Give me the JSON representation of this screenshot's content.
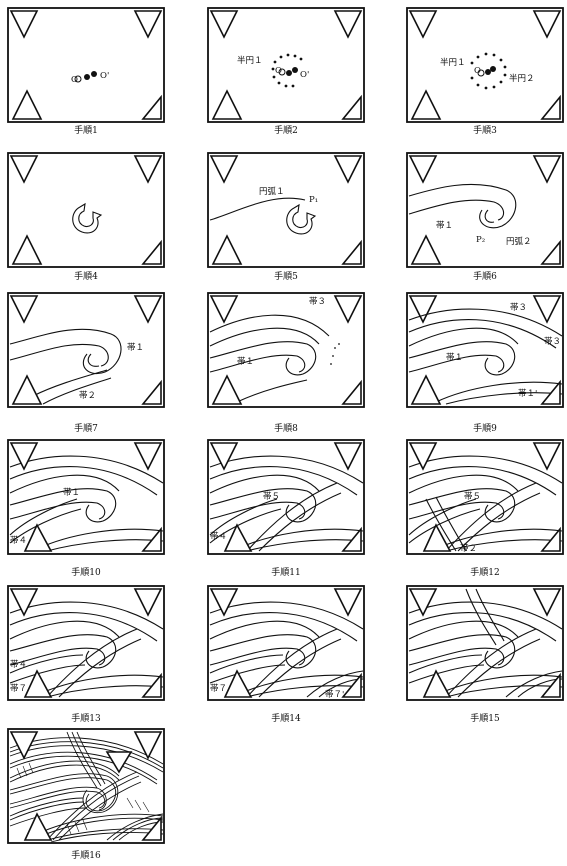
{
  "steps": [
    {
      "caption": "手順1",
      "labels": [
        "O",
        "O'"
      ]
    },
    {
      "caption": "手順2",
      "labels": [
        "半円１",
        "O",
        "O'"
      ]
    },
    {
      "caption": "手順3",
      "labels": [
        "半円１",
        "O",
        "半円２"
      ]
    },
    {
      "caption": "手順4",
      "labels": []
    },
    {
      "caption": "手順5",
      "labels": [
        "円弧１",
        "P₁"
      ]
    },
    {
      "caption": "手順6",
      "labels": [
        "帯１",
        "P₂",
        "円弧２"
      ]
    },
    {
      "caption": "手順7",
      "labels": [
        "帯１",
        "帯２"
      ]
    },
    {
      "caption": "手順8",
      "labels": [
        "帯３",
        "帯１"
      ]
    },
    {
      "caption": "手順9",
      "labels": [
        "帯３",
        "帯１",
        "帯３",
        "帯１'"
      ]
    },
    {
      "caption": "手順10",
      "labels": [
        "帯１",
        "帯４"
      ]
    },
    {
      "caption": "手順11",
      "labels": [
        "帯５",
        "帯４"
      ]
    },
    {
      "caption": "手順12",
      "labels": [
        "帯５",
        "帯２"
      ]
    },
    {
      "caption": "手順13",
      "labels": [
        "帯４",
        "帯７"
      ]
    },
    {
      "caption": "手順14",
      "labels": [
        "帯７",
        "帯７'"
      ]
    },
    {
      "caption": "手順15",
      "labels": []
    },
    {
      "caption": "手順16",
      "labels": []
    }
  ]
}
